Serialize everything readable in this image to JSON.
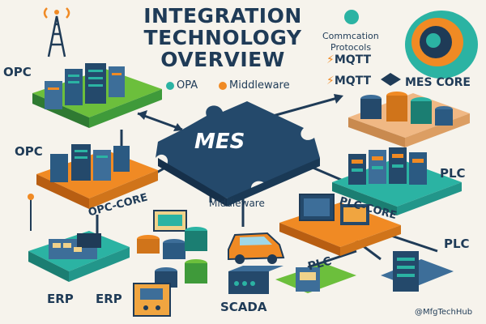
{
  "title": {
    "line1": "INTEGRATION",
    "line2": "TECHNOLOGY",
    "line3": "OVERVIEW"
  },
  "legend": {
    "opa": "OPA",
    "middleware": "Middleware"
  },
  "protocols": {
    "heading_line1": "Commcation",
    "heading_line2": "Protocols",
    "mqtt_1": "MQTT",
    "mqtt_2": "MQTT"
  },
  "hub": {
    "label": "MES"
  },
  "labels": {
    "opc_top": "OPC",
    "opc_mid": "OPC",
    "opc_core": "OPC-CORE",
    "middleware": "Middleware",
    "mes_core": "MES CORE",
    "plc_right": "PLC",
    "plc_core": "PLC-CORE",
    "plc_lower": "PLC",
    "plc_bottom": "PLC",
    "erp_left": "ERP",
    "erp_right": "ERP",
    "scada": "SCADA",
    "handle": "@MfgTechHub"
  },
  "colors": {
    "navy": "#1f3b57",
    "teal": "#2bb3a3",
    "orange": "#f08a24",
    "green": "#6cbf3c",
    "blue": "#3d6e99"
  },
  "icons": [
    "radio-tower-icon",
    "puzzle-piece-icon",
    "server-rack-icon",
    "database-icon",
    "car-icon",
    "monitor-icon",
    "antenna-icon",
    "concentric-ring-icon",
    "mqtt-icon"
  ]
}
